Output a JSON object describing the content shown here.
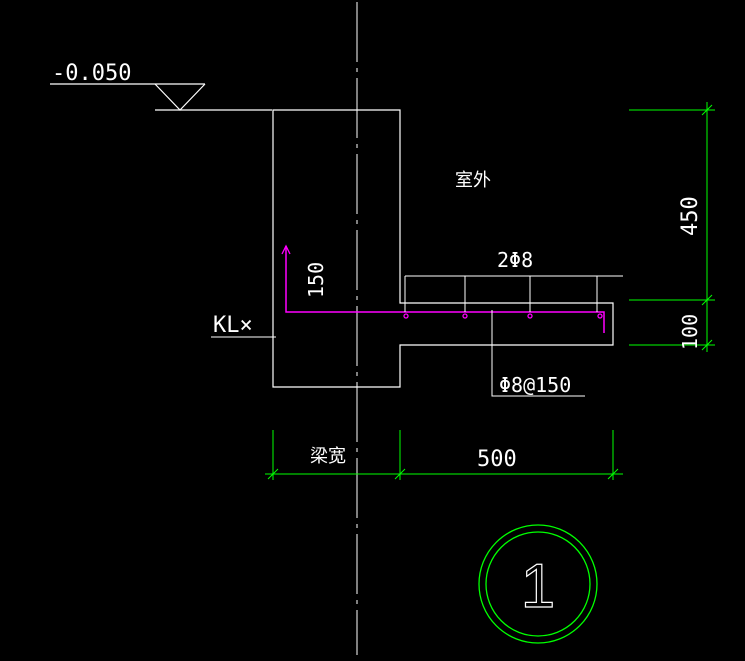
{
  "colors": {
    "background": "#000000",
    "outline": "#ffffff",
    "dimension": "#00ff00",
    "rebar": "#ff00ff",
    "centerline": "#ffffff"
  },
  "labels": {
    "elevation": "-0.050",
    "outside": "室外",
    "top_bars": "2Φ8",
    "stirrups": "Φ8@150",
    "beam_tag": "KL×",
    "hook_length": "150",
    "beam_width": "梁宽",
    "ledge_width": "500",
    "dim_upper": "450",
    "dim_lower": "100",
    "detail_number": "1"
  }
}
